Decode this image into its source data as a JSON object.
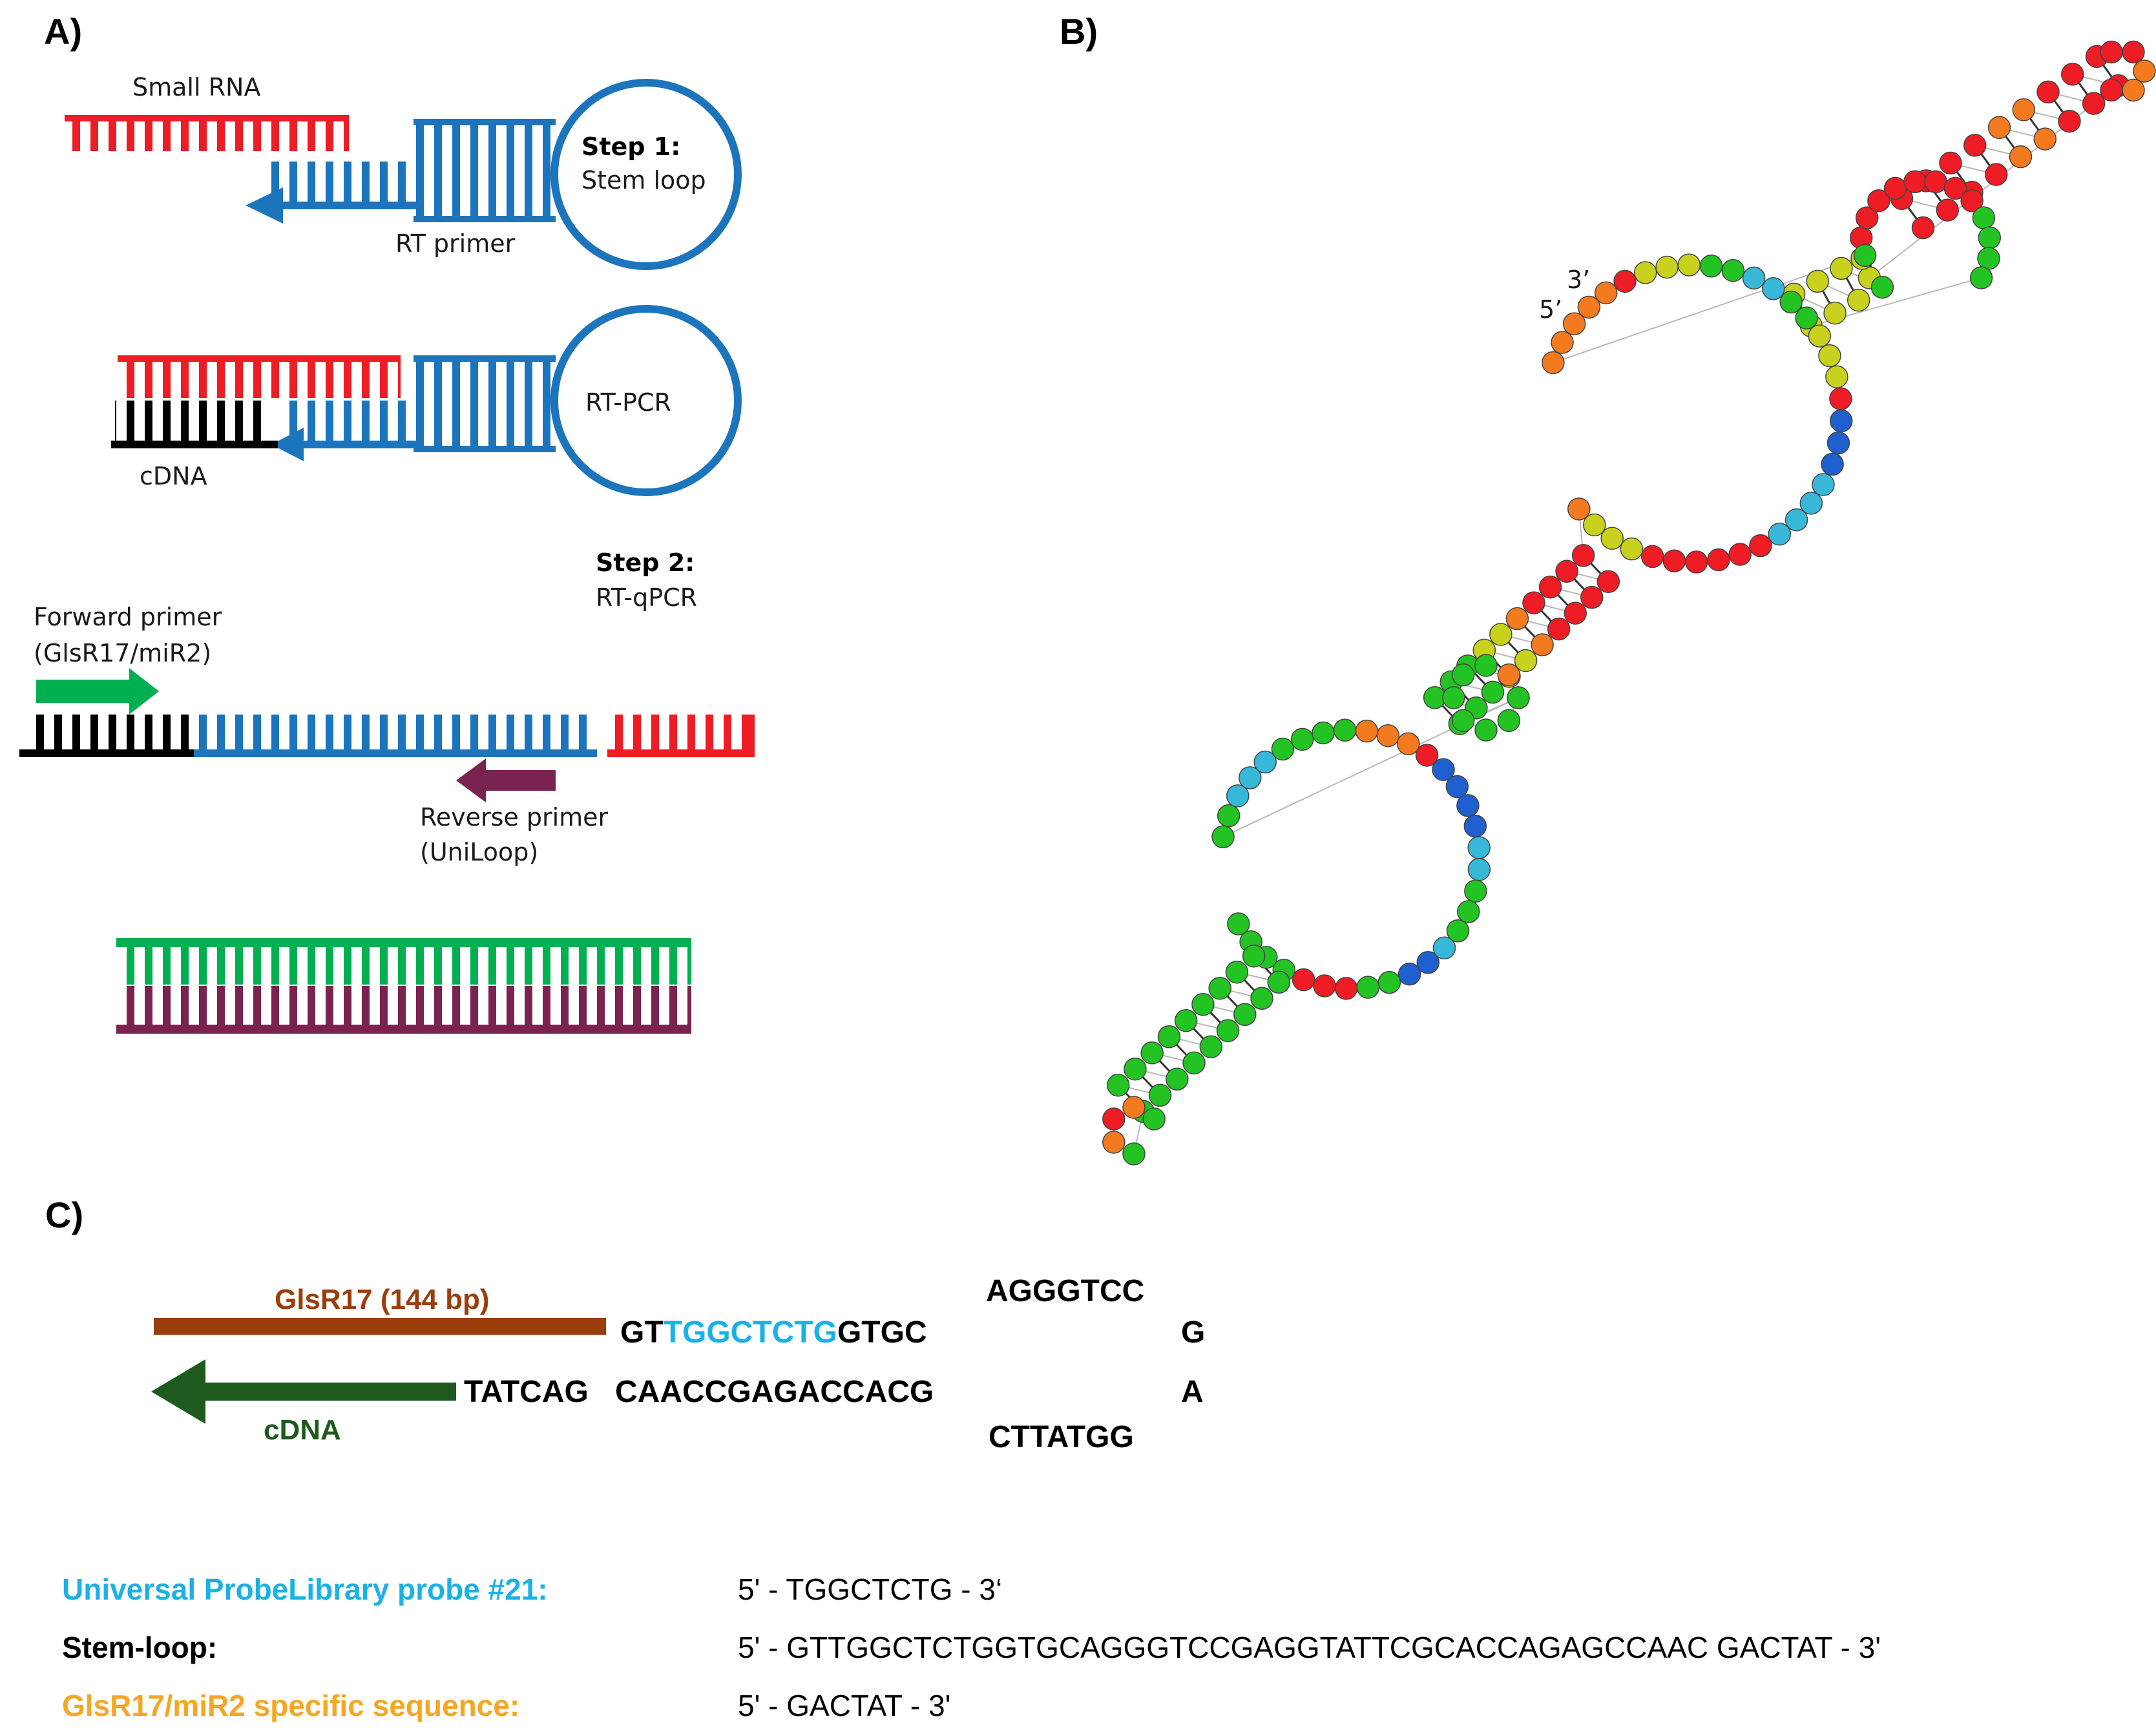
{
  "panels": {
    "a": "A)",
    "b": "B)",
    "c": "C)"
  },
  "panel_a": {
    "small_rna": "Small RNA",
    "step1_title": "Step 1:",
    "step1_desc": "Stem loop",
    "rt_primer": "RT primer",
    "rt_pcr": "RT-PCR",
    "cdna": "cDNA",
    "step2_title": "Step 2:",
    "step2_desc": "RT-qPCR",
    "forward_primer_1": "Forward primer",
    "forward_primer_2": "(GlsR17/miR2)",
    "reverse_primer_1": "Reverse primer",
    "reverse_primer_2": "(UniLoop)"
  },
  "panel_b": {
    "end3": "3’",
    "end5": "5’"
  },
  "panel_c": {
    "glsr17_label": "GlsR17 (144 bp)",
    "cdna_label": "cDNA",
    "top_prefix": "GT",
    "top_probe": "TGGCTCTG",
    "top_suffix": "GTGC",
    "loop_top": "AGGGTCC",
    "loop_g": "G",
    "loop_a": "A",
    "loop_bottom": "CTTATGG",
    "bottom_specific": "TATCAG",
    "bottom_seq": "CAACCGAGACCACG"
  },
  "legend": [
    {
      "key": "Universal ProbeLibrary probe #21:",
      "value": "5' - TGGCTCTG - 3‘",
      "color": "#1ab2e6"
    },
    {
      "key": "Stem-loop:",
      "value": "5' - GTTGGCTCTGGTGCAGGGTCCGAGGTATTCGCACCAGAGCCAAC GACTAT - 3'",
      "color": "#000000"
    },
    {
      "key": "GlsR17/miR2 specific sequence:",
      "value": "5' - GACTAT - 3'",
      "color": "#f5a623"
    }
  ],
  "colors": {
    "small_rna": "#ee1c24",
    "rt_primer": "#1c75bc",
    "cdna": "#000000",
    "forward_primer": "#00b050",
    "reverse_primer": "#7b2350",
    "glsr17_bar": "#9c3d0c",
    "cdna_arrow": "#1e5a1e",
    "probe_text": "#1ab2e6",
    "specific_text": "#f5a623"
  }
}
